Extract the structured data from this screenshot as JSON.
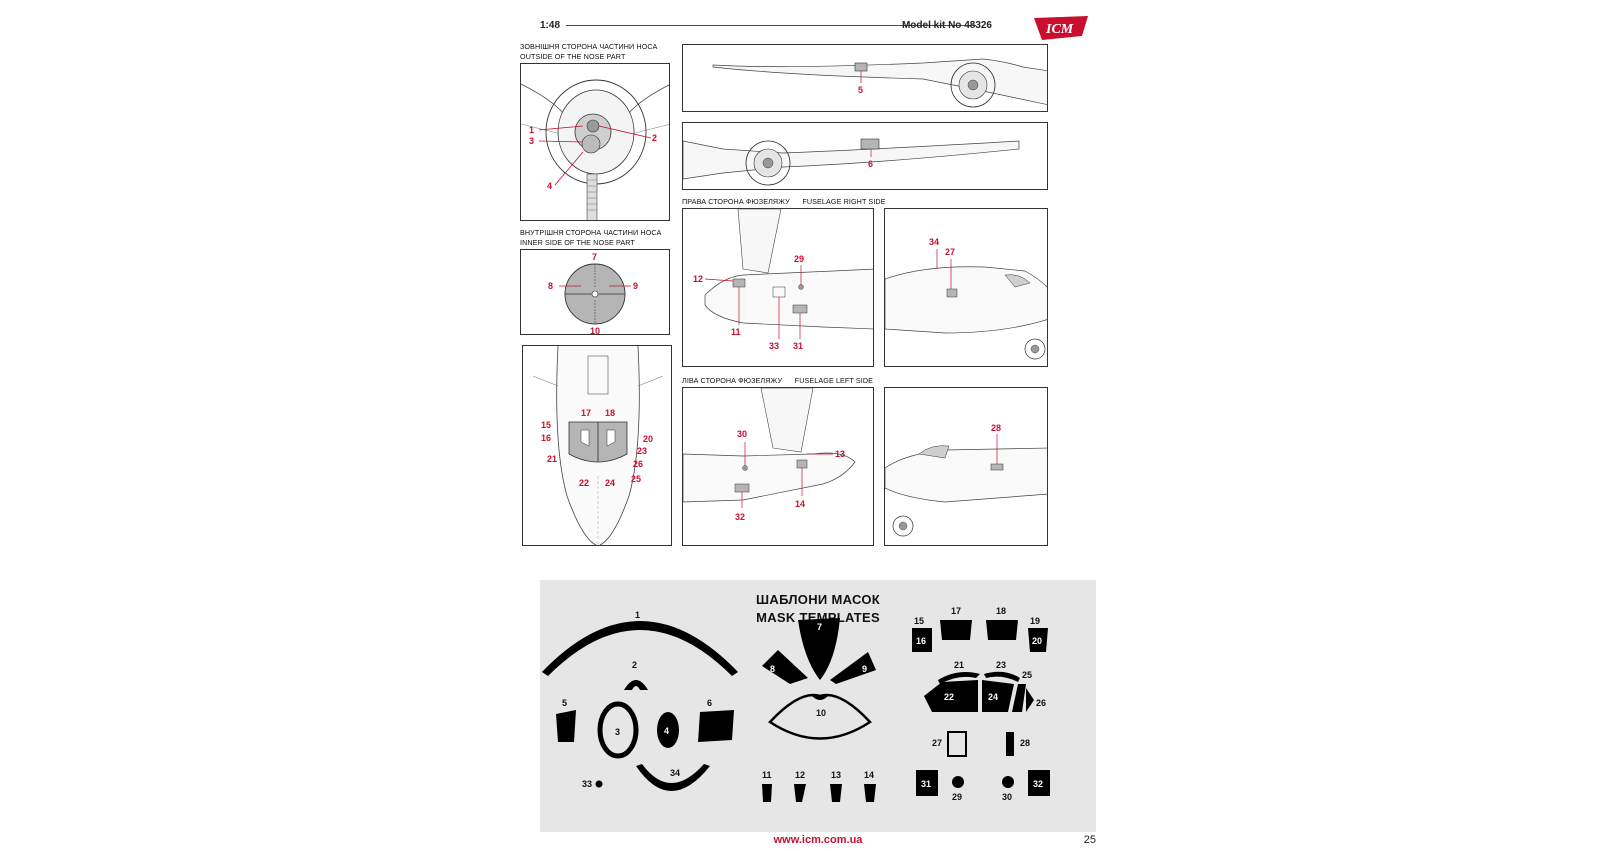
{
  "header": {
    "scale": "1:48",
    "kit_number": "Model kit No 48326",
    "brand": "ICM"
  },
  "captions": {
    "nose_outside_ua": "ЗОВНІШНЯ СТОРОНА ЧАСТИНИ НОСА",
    "nose_outside_en": "OUTSIDE OF THE NOSE PART",
    "nose_inside_ua": "ВНУТРІШНЯ СТОРОНА ЧАСТИНИ НОСА",
    "nose_inside_en": "INNER SIDE OF THE NOSE PART",
    "fus_right_ua": "ПРАВА СТОРОНА ФЮЗЕЛЯЖУ",
    "fus_right_en": "FUSELAGE RIGHT SIDE",
    "fus_left_ua": "ЛІВА СТОРОНА ФЮЗЕЛЯЖУ",
    "fus_left_en": "FUSELAGE LEFT SIDE"
  },
  "labels": {
    "nose_outside": [
      "1",
      "2",
      "3",
      "4"
    ],
    "wing_top": [
      "5"
    ],
    "wing_bottom": [
      "6"
    ],
    "nose_inside": [
      "7",
      "8",
      "9",
      "10"
    ],
    "canopy_top": [
      "15",
      "16",
      "17",
      "18",
      "20",
      "21",
      "22",
      "23",
      "24",
      "25",
      "26"
    ],
    "right_side": [
      "12",
      "29",
      "11",
      "33",
      "31"
    ],
    "right_detail": [
      "34",
      "27"
    ],
    "left_side": [
      "30",
      "13",
      "32",
      "14"
    ],
    "left_detail": [
      "28"
    ]
  },
  "mask_templates": {
    "title_ua": "ШАБЛОНИ МАСОК",
    "title_en": "MASK TEMPLATES",
    "numbers": [
      "1",
      "2",
      "3",
      "4",
      "5",
      "6",
      "7",
      "8",
      "9",
      "10",
      "11",
      "12",
      "13",
      "14",
      "15",
      "16",
      "17",
      "18",
      "19",
      "20",
      "21",
      "22",
      "23",
      "24",
      "25",
      "26",
      "27",
      "28",
      "29",
      "30",
      "31",
      "32",
      "33",
      "34"
    ]
  },
  "footer": {
    "url": "www.icm.com.ua",
    "page_number": "25"
  },
  "colors": {
    "accent_red": "#c8102e",
    "mask_bg": "#e6e6e6",
    "mask_fill": "#000000",
    "glass_fill": "#b5b5b5"
  }
}
